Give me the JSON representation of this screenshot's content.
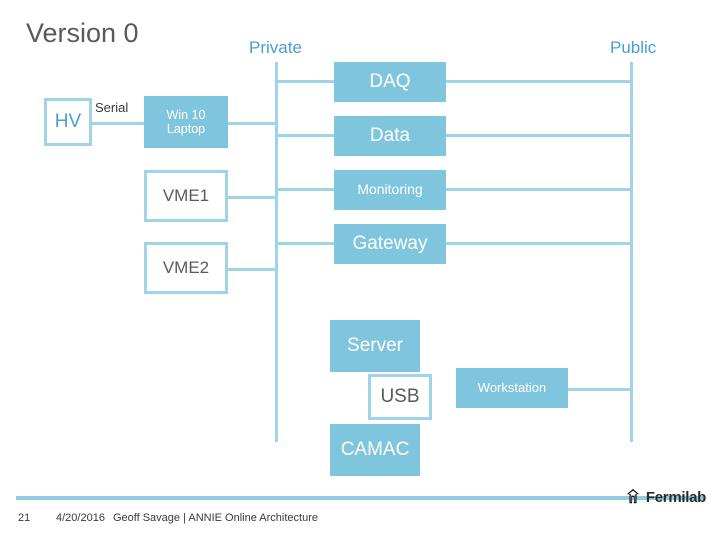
{
  "slide": {
    "title": "Version 0",
    "zones": [
      {
        "name": "private-zone-label",
        "label": "Private"
      },
      {
        "name": "public-zone-label",
        "label": "Public"
      }
    ],
    "connection_label": "Serial",
    "boxes": [
      {
        "id": "hv",
        "label": "HV"
      },
      {
        "id": "win10laptop",
        "label": "Win 10\nLaptop",
        "line1": "Win 10",
        "line2": "Laptop"
      },
      {
        "id": "vme1",
        "label": "VME1"
      },
      {
        "id": "vme2",
        "label": "VME2"
      },
      {
        "id": "daq",
        "label": "DAQ"
      },
      {
        "id": "data",
        "label": "Data"
      },
      {
        "id": "monitoring",
        "label": "Monitoring"
      },
      {
        "id": "gateway",
        "label": "Gateway"
      },
      {
        "id": "server",
        "label": "Server"
      },
      {
        "id": "usb",
        "label": "USB"
      },
      {
        "id": "camac",
        "label": "CAMAC"
      },
      {
        "id": "workstation",
        "label": "Workstation"
      }
    ],
    "colors": {
      "box_fill": "#7fc5dd",
      "line": "#9fd4e8",
      "zone_text": "#4a9fd0",
      "title_text": "#5a5a5a"
    }
  },
  "footer": {
    "page_number": "21",
    "date": "4/20/2016",
    "credit": "Geoff Savage | ANNIE Online Architecture",
    "logo_text": "Fermilab"
  }
}
